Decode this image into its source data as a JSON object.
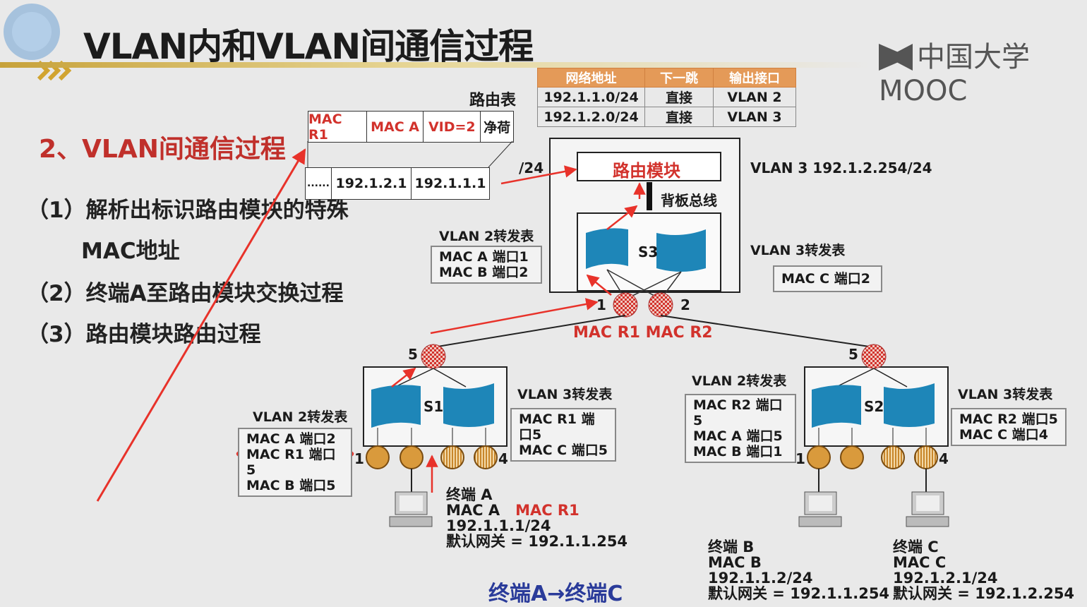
{
  "title": "VLAN内和VLAN间通信过程",
  "logo": "中国大学MOOC",
  "subtitle": "2、VLAN间通信过程",
  "steps": [
    "（1）解析出标识路由模块的特殊",
    "MAC地址",
    "（2）终端A至路由模块交换过程",
    "（3）路由模块路由过程"
  ],
  "routing_table": {
    "label": "路由表",
    "headers": [
      "网络地址",
      "下一跳",
      "输出接口"
    ],
    "rows": [
      [
        "192.1.1.0/24",
        "直接",
        "VLAN 2"
      ],
      [
        "192.1.2.0/24",
        "直接",
        "VLAN 3"
      ]
    ]
  },
  "frame": {
    "cells": [
      "MAC R1",
      "MAC A",
      "VID=2",
      "净荷"
    ]
  },
  "packet": {
    "cells": [
      "......",
      "192.1.2.1",
      "192.1.1.1"
    ]
  },
  "slash24": "/24",
  "router": {
    "label": "路由模块",
    "backplane": "背板总线",
    "switch": "S3",
    "vlan3_addr": "VLAN 3  192.1.2.254/24",
    "ports": [
      "1",
      "2"
    ],
    "port_macs": "MAC R1  MAC R2"
  },
  "s3_vlan2": {
    "title": "VLAN 2转发表",
    "rows": [
      "MAC A  端口1",
      "MAC B  端口2"
    ]
  },
  "s3_vlan3": {
    "title": "VLAN 3转发表",
    "rows": [
      "MAC C  端口2"
    ]
  },
  "s1": {
    "name": "S1",
    "uplink": "5",
    "port_left": "1",
    "port_right": "4",
    "vlan2": {
      "title": "VLAN 2转发表",
      "rows": [
        "MAC A  端口2",
        "MAC R1 端口5",
        "MAC B  端口5"
      ]
    },
    "vlan3": {
      "title": "VLAN 3转发表",
      "rows": [
        "MAC R1 端口5",
        "MAC C  端口5"
      ]
    }
  },
  "s2": {
    "name": "S2",
    "uplink": "5",
    "port_left": "1",
    "port_right": "4",
    "vlan2": {
      "title": "VLAN 2转发表",
      "rows": [
        "MAC R2 端口5",
        "MAC A  端口5",
        "MAC B  端口1"
      ]
    },
    "vlan3": {
      "title": "VLAN 3转发表",
      "rows": [
        "MAC R2 端口5",
        "MAC C  端口4"
      ]
    }
  },
  "terminal_a": {
    "name": "终端 A",
    "mac": "MAC A",
    "dst_mac": "MAC R1",
    "ip": "192.1.1.1/24",
    "gw": "默认网关 = 192.1.1.254"
  },
  "terminal_b": {
    "name": "终端 B",
    "mac": "MAC B",
    "ip": "192.1.1.2/24",
    "gw": "默认网关 = 192.1.1.254"
  },
  "terminal_c": {
    "name": "终端 C",
    "mac": "MAC C",
    "ip": "192.1.2.1/24",
    "gw": "默认网关 = 192.1.2.254"
  },
  "caption": "终端A→终端C",
  "colors": {
    "accent_red": "#d2322c",
    "port_fill": "#d99a3c",
    "switch_blue": "#1e86b8",
    "table_header": "#e49a58"
  }
}
